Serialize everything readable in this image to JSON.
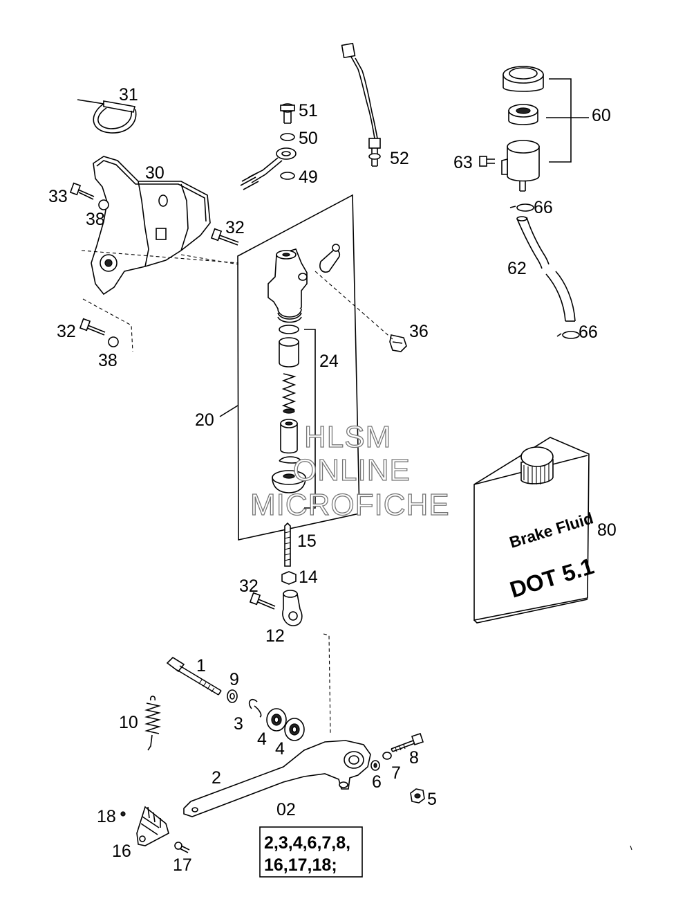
{
  "callouts": {
    "c31": "31",
    "c30": "30",
    "c33": "33",
    "c38a": "38",
    "c32a": "32",
    "c32b": "32",
    "c38b": "38",
    "c51": "51",
    "c50": "50",
    "c49": "49",
    "c52": "52",
    "c60": "60",
    "c63": "63",
    "c66a": "66",
    "c62": "62",
    "c66b": "66",
    "c36": "36",
    "c24": "24",
    "c20": "20",
    "c15": "15",
    "c14": "14",
    "c32c": "32",
    "c12": "12",
    "c80": "80",
    "c1": "1",
    "c9": "9",
    "c10": "10",
    "c3": "3",
    "c4a": "4",
    "c4b": "4",
    "c8": "8",
    "c2": "2",
    "c7": "7",
    "c6": "6",
    "c5": "5",
    "c02": "02",
    "c18": "18",
    "c16": "16",
    "c17": "17"
  },
  "brake_fluid": {
    "line1": "Brake Fluid",
    "line2": "DOT 5.1"
  },
  "kit_box": {
    "line1": "2,3,4,6,7,8,",
    "line2": "16,17,18;"
  },
  "watermark": {
    "line1": "HLSM",
    "line2": "ONLINE",
    "line3": "MICROFICHE"
  }
}
